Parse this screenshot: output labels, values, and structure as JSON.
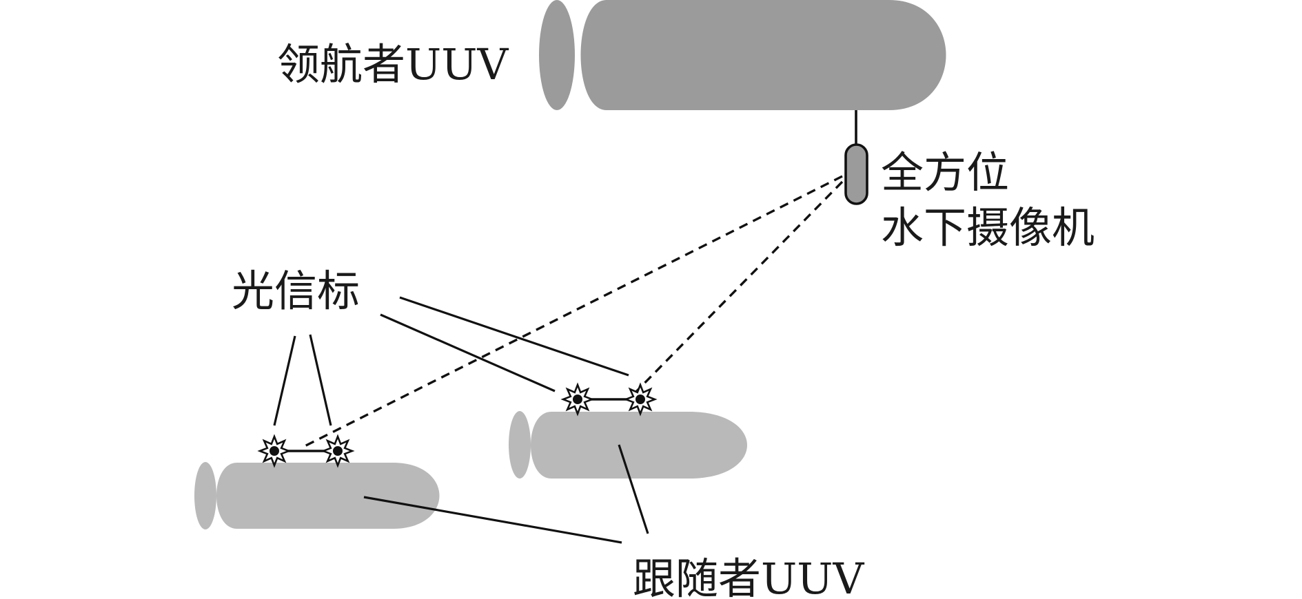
{
  "labels": {
    "leader_uuv": "领航者UUV",
    "camera_line1": "全方位",
    "camera_line2": "水下摄像机",
    "beacons": "光信标",
    "follower_uuv": "跟随者UUV"
  },
  "colors": {
    "leader_hull": "#9b9b9b",
    "follower_hull": "#b9b9b9",
    "camera": "#9b9b9b",
    "lines": "#111111"
  },
  "icons": {
    "beacon": "starburst-icon",
    "camera": "camera-capsule-icon"
  }
}
